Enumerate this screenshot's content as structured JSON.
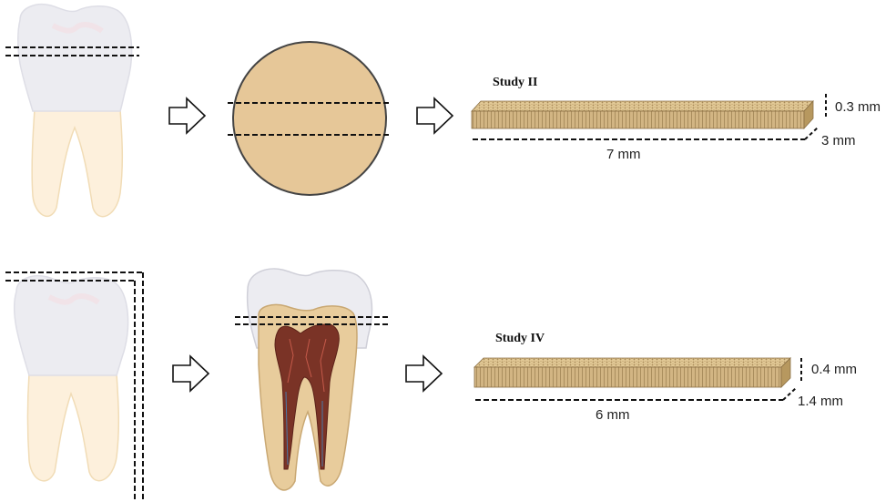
{
  "row1": {
    "study_label": "Study II",
    "height_label": "0.3 mm",
    "width_label": "3 mm",
    "length_label": "7 mm"
  },
  "row2": {
    "study_label": "Study IV",
    "height_label": "0.4 mm",
    "width_label": "1.4 mm",
    "length_label": "6 mm"
  },
  "colors": {
    "crown": "#ececf1",
    "root": "#fdf0dc",
    "dentin": "#e8cc9c",
    "pulp": "#7a3326",
    "disk_fill": "#e6c798",
    "disk_stroke": "#444444",
    "slab_top": "#dcc290",
    "slab_front": "#c9ad7c"
  }
}
